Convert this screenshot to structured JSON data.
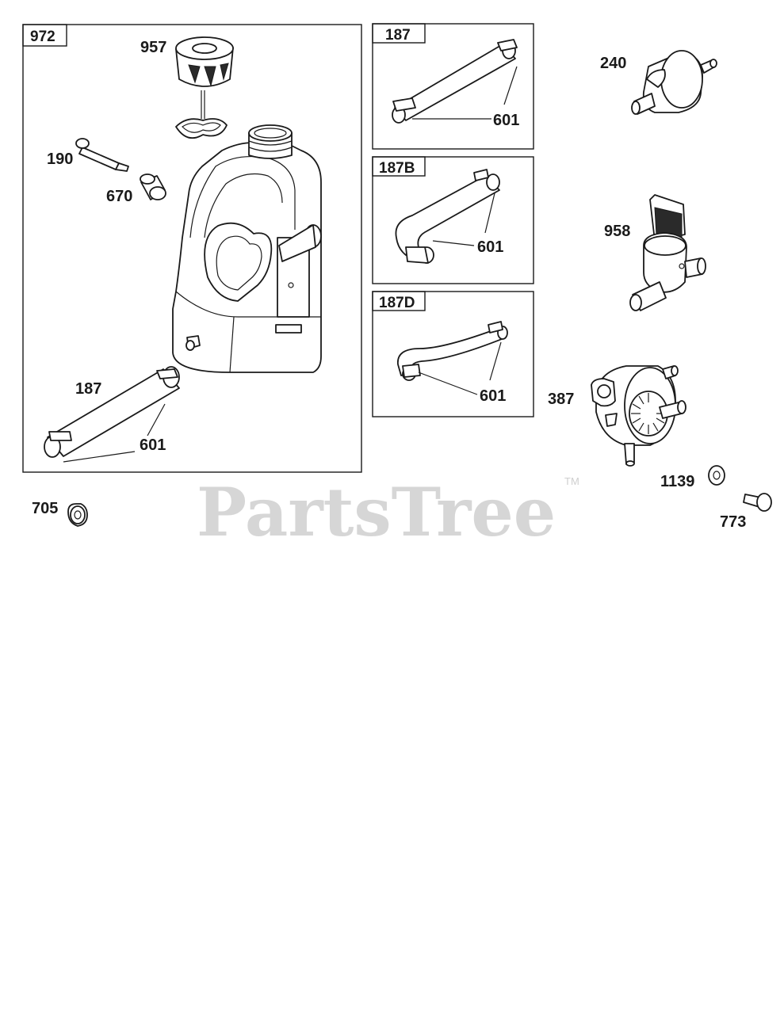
{
  "watermark": {
    "text": "PartsTree",
    "trademark": "TM"
  },
  "groups": {
    "g972": "972",
    "g187": "187",
    "g187b": "187B",
    "g187d": "187D"
  },
  "callouts": {
    "c957": "957",
    "c190": "190",
    "c670": "670",
    "c187": "187",
    "c601_main": "601",
    "c601_187": "601",
    "c601_187b": "601",
    "c601_187d": "601",
    "c705": "705",
    "c240": "240",
    "c958": "958",
    "c387": "387",
    "c1139": "1139",
    "c773": "773"
  }
}
